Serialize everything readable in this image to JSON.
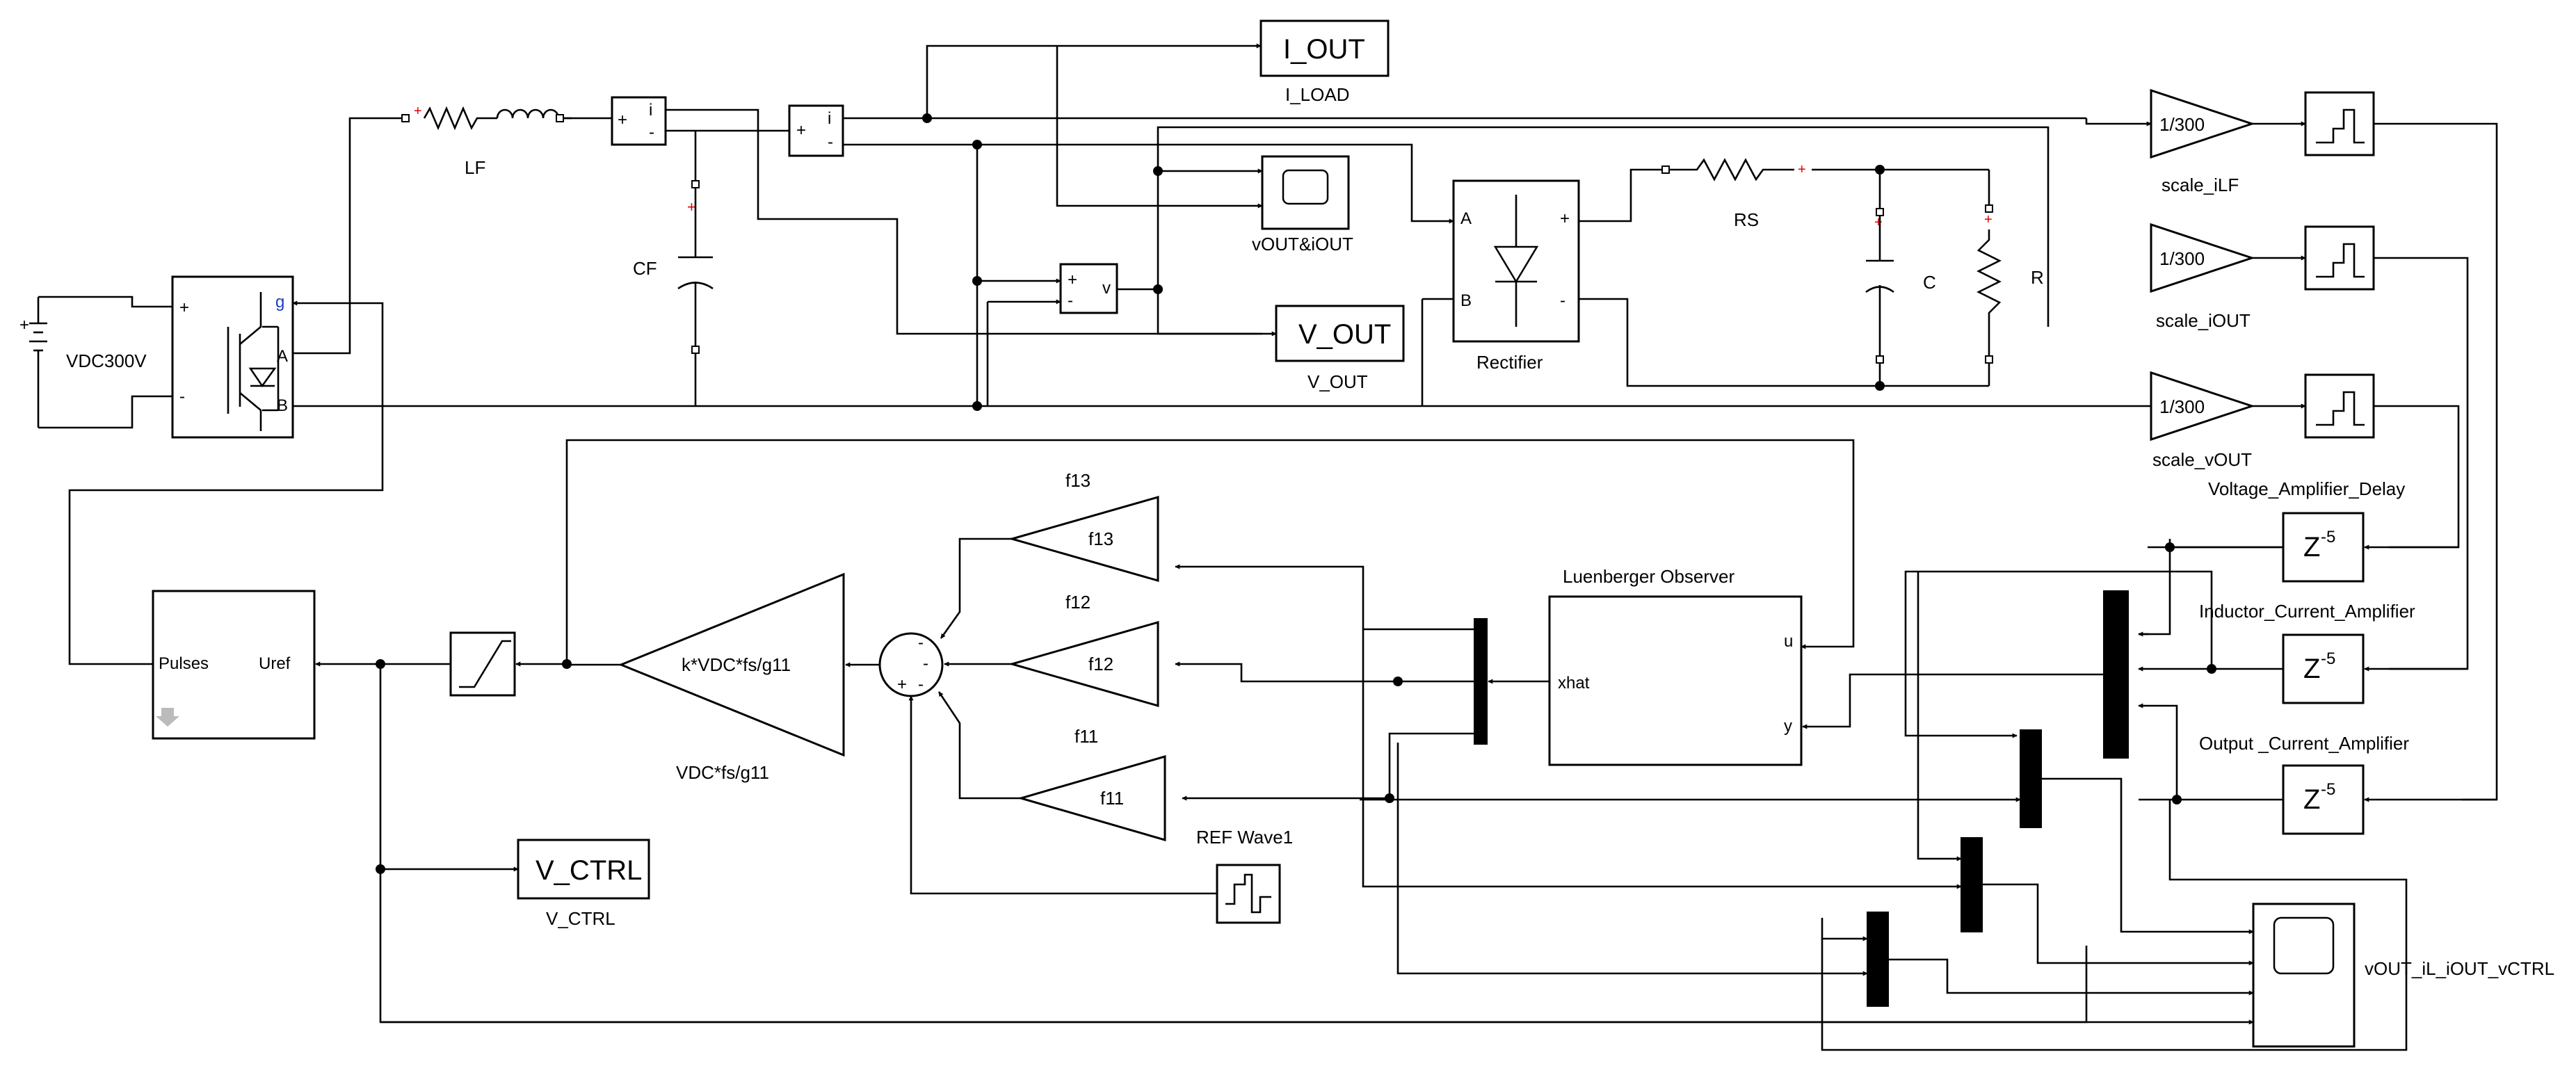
{
  "blocks": {
    "dc_source": {
      "label": "VDC300V"
    },
    "inverter": {
      "port_plus": "+",
      "port_minus": "-",
      "port_g": "g",
      "port_a": "A",
      "port_b": "B"
    },
    "inductor_lf": {
      "label": "LF"
    },
    "capacitor_cf": {
      "label": "CF"
    },
    "current_meter_1": {
      "port_plus": "+",
      "port_i": "i",
      "port_minus": "-"
    },
    "current_meter_2": {
      "port_plus": "+",
      "port_i": "i",
      "port_minus": "-"
    },
    "voltage_meter": {
      "port_plus": "+",
      "port_minus": "-",
      "port_v": "v"
    },
    "i_out": {
      "text": "I_OUT",
      "label": "I_LOAD"
    },
    "v_out": {
      "text": "V_OUT",
      "label": "V_OUT"
    },
    "scope_vout_iout": {
      "label": "vOUT&iOUT"
    },
    "rectifier": {
      "label": "Rectifier",
      "port_a": "A",
      "port_b": "B",
      "port_plus": "+",
      "port_minus": "-"
    },
    "resistor_rs": {
      "label": "RS"
    },
    "capacitor_c": {
      "label": "C"
    },
    "resistor_r": {
      "label": "R"
    },
    "scale_ilf": {
      "gain": "1/300",
      "label": "scale_iLF"
    },
    "scale_iout": {
      "gain": "1/300",
      "label": "scale_iOUT"
    },
    "scale_vout": {
      "gain": "1/300",
      "label": "scale_vOUT"
    },
    "voltage_delay": {
      "text": "Z",
      "exp": "-5",
      "label": "Voltage_Amplifier_Delay"
    },
    "inductor_amp": {
      "text": "Z",
      "exp": "-5",
      "label": "Inductor_Current_Amplifier"
    },
    "output_amp": {
      "text": "Z",
      "exp": "-5",
      "label": "Output _Current_Amplifier"
    },
    "pulses": {
      "port_pulses": "Pulses",
      "port_uref": "Uref"
    },
    "gain_k": {
      "gain": "k*VDC*fs/g11",
      "label": "VDC*fs/g11"
    },
    "gain_f13": {
      "gain": "f13",
      "label": "f13"
    },
    "gain_f12": {
      "gain": "f12",
      "label": "f12"
    },
    "gain_f11": {
      "gain": "f11",
      "label": "f11"
    },
    "observer": {
      "title": "Luenberger Observer",
      "port_xhat": "xhat",
      "port_u": "u",
      "port_y": "y"
    },
    "ref_wave": {
      "label": "REF Wave1"
    },
    "v_ctrl": {
      "text": "V_CTRL",
      "label": "V_CTRL"
    },
    "scope_main": {
      "label": "vOUT_iL_iOUT_vCTRL"
    },
    "sum_signs": {
      "s1": "-",
      "s2": "-",
      "s3": "-",
      "s4": "+"
    }
  }
}
